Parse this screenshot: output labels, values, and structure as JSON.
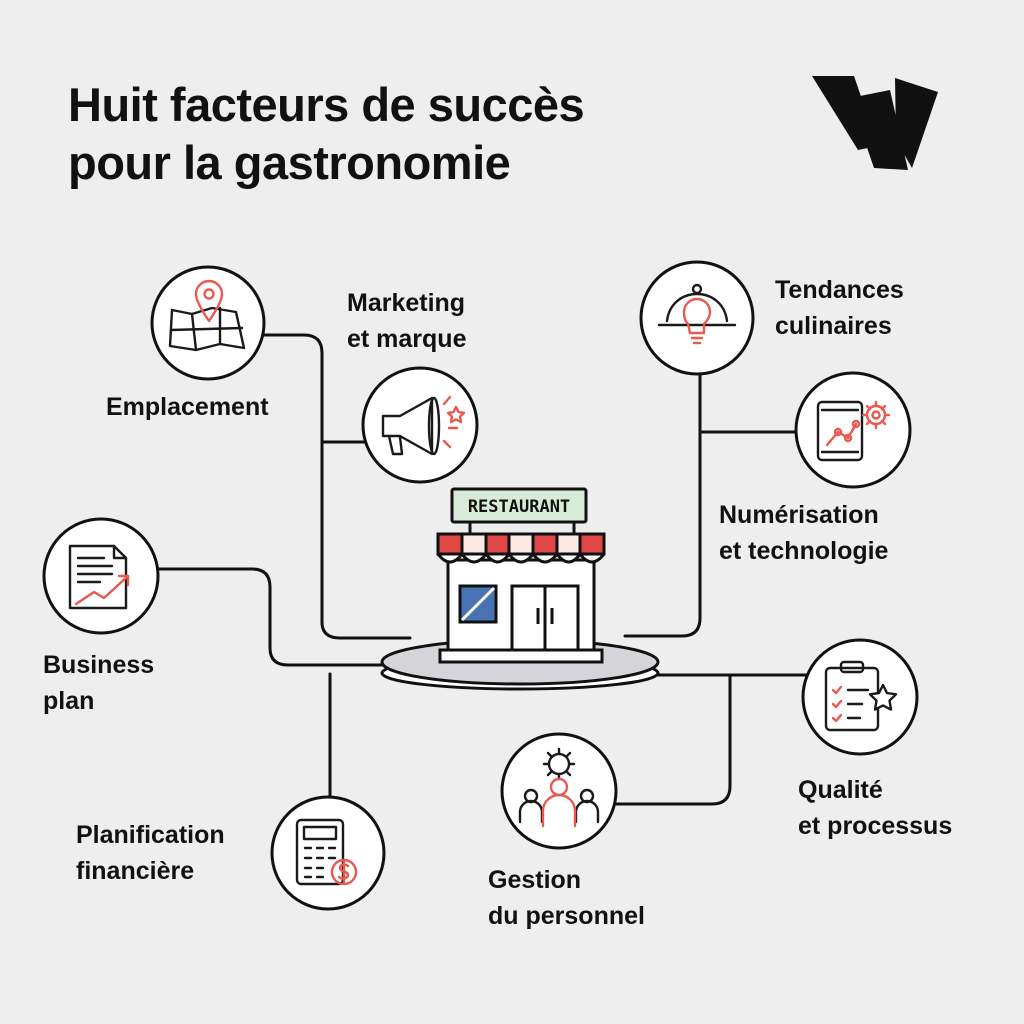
{
  "title": {
    "line1": "Huit facteurs de succès",
    "line2": "pour la gastronomie"
  },
  "colors": {
    "background": "#eeeeee",
    "ink": "#111111",
    "accent": "#e85a4f",
    "sign": "#d8ead8",
    "window": "#4a73b5"
  },
  "center": {
    "sign_text": "RESTAURANT",
    "icon": "restaurant-storefront-icon"
  },
  "factors": [
    {
      "id": "emplacement",
      "lines": [
        "Emplacement"
      ],
      "icon": "map-pin-icon"
    },
    {
      "id": "marketing",
      "lines": [
        "Marketing",
        "et marque"
      ],
      "icon": "megaphone-icon"
    },
    {
      "id": "tendances",
      "lines": [
        "Tendances",
        "culinaires"
      ],
      "icon": "cloche-lightbulb-icon"
    },
    {
      "id": "numerisation",
      "lines": [
        "Numérisation",
        "et technologie"
      ],
      "icon": "tablet-gear-icon"
    },
    {
      "id": "business",
      "lines": [
        "Business",
        "plan"
      ],
      "icon": "document-chart-icon"
    },
    {
      "id": "qualite",
      "lines": [
        "Qualité",
        "et processus"
      ],
      "icon": "clipboard-star-icon"
    },
    {
      "id": "planification",
      "lines": [
        "Planification",
        "financière"
      ],
      "icon": "calculator-dollar-icon"
    },
    {
      "id": "gestion",
      "lines": [
        "Gestion",
        "du personnel"
      ],
      "icon": "team-gear-icon"
    }
  ]
}
